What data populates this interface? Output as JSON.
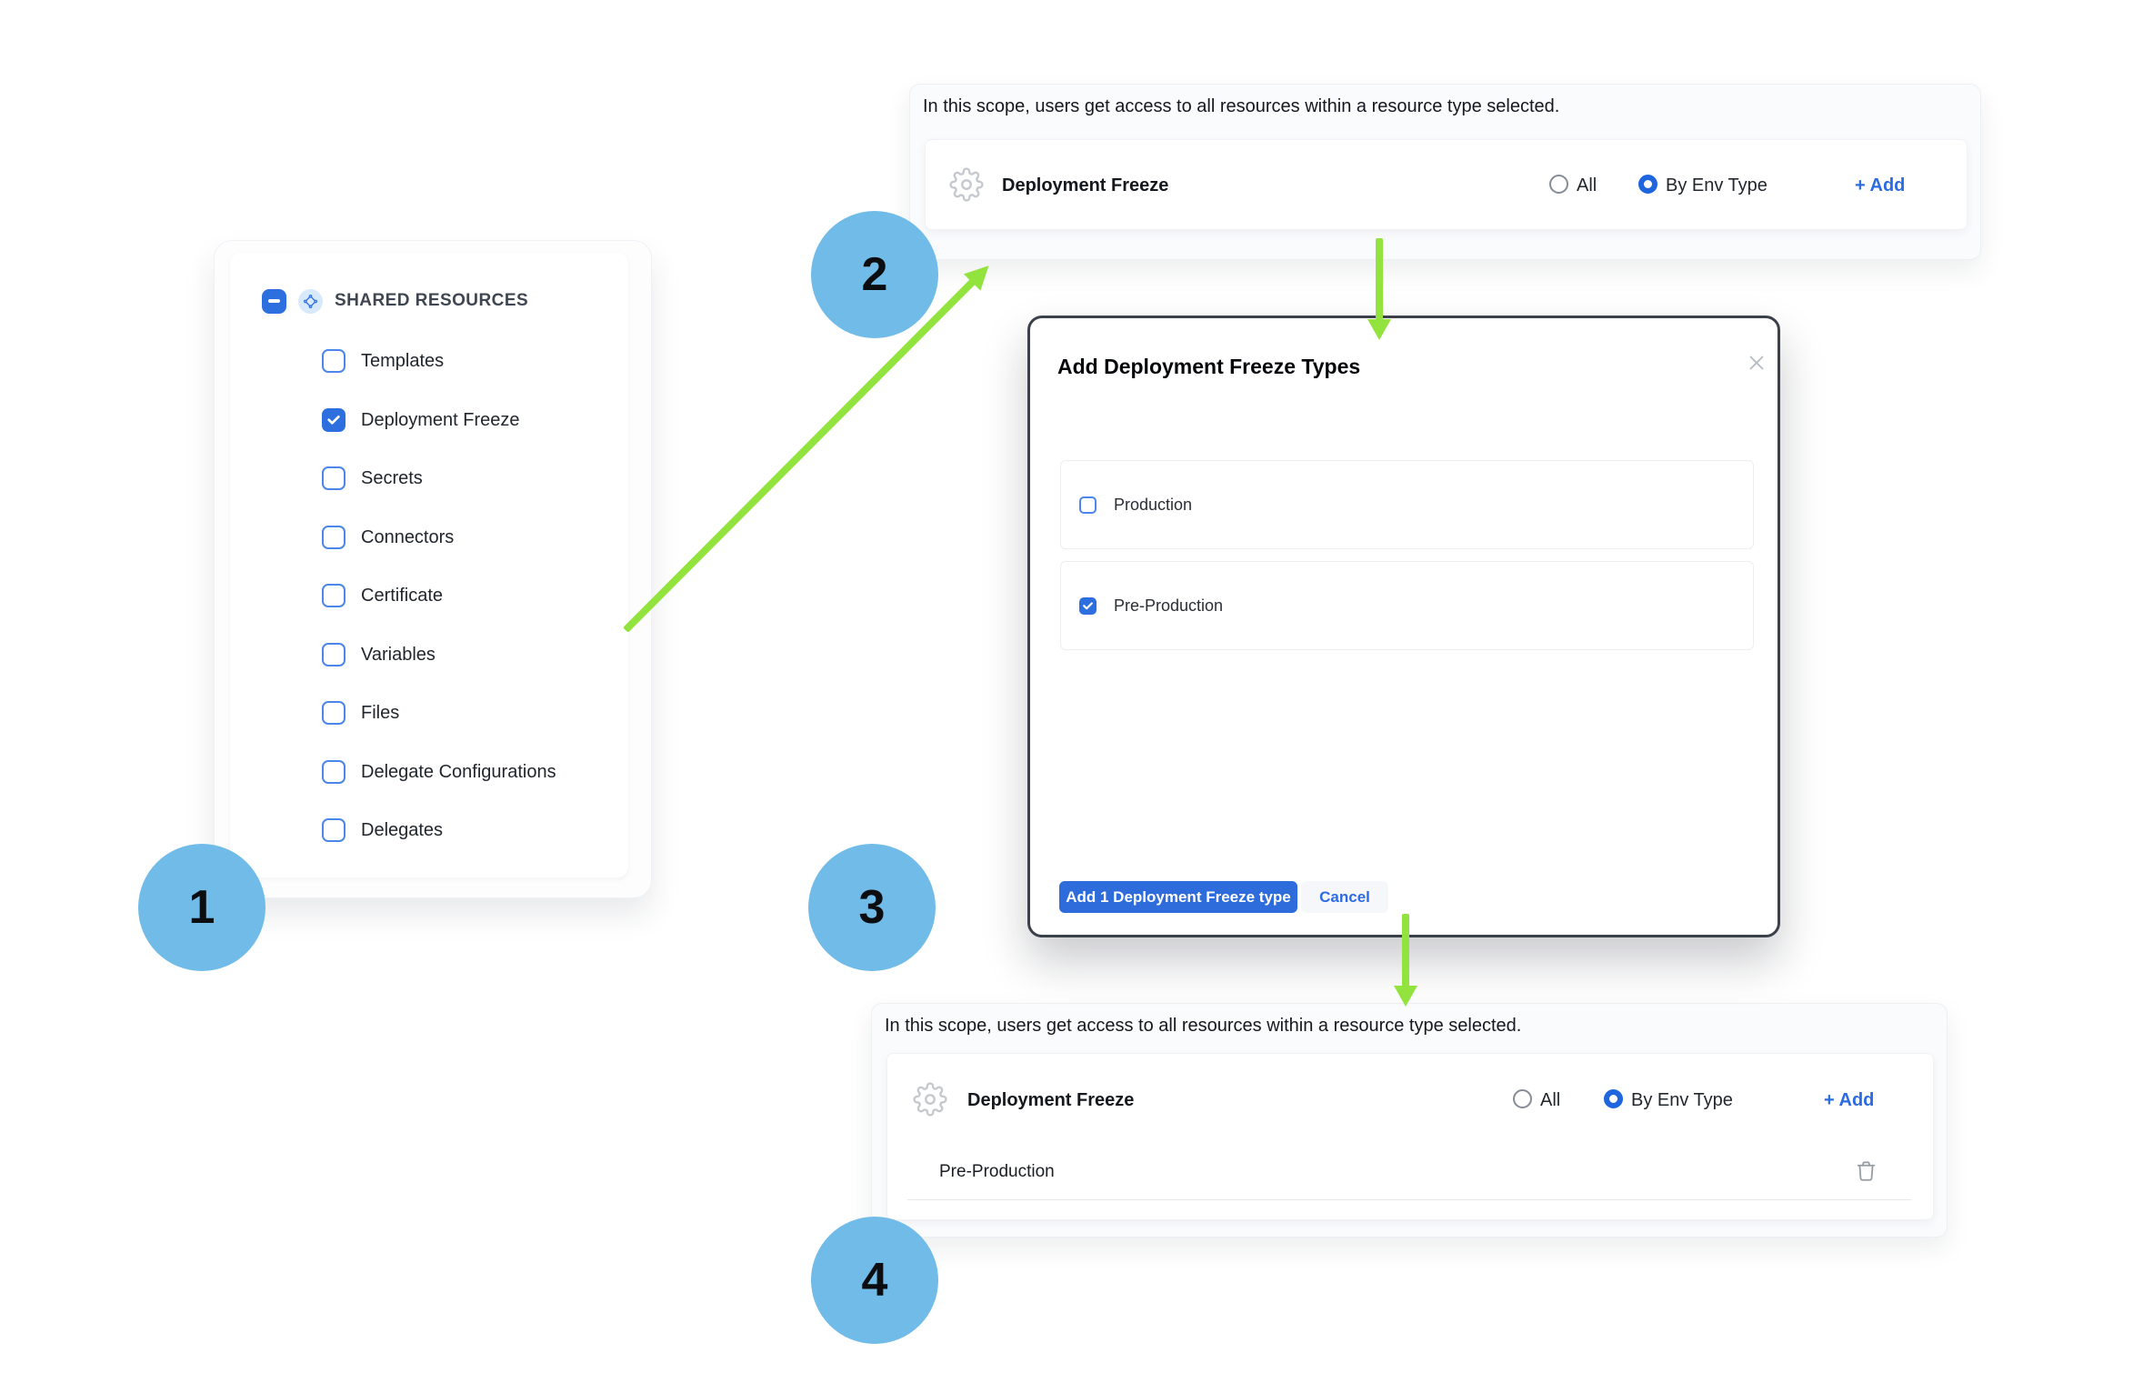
{
  "colors": {
    "accent_blue": "#2E6CDB",
    "checkbox_border_blue": "#4C86E8",
    "radio_selected_blue": "#1F66DE",
    "step_circle_blue": "#70BBE8",
    "arrow_green": "#92E33E",
    "modal_border": "#3A414B"
  },
  "sidebar": {
    "title": "SHARED RESOURCES",
    "items": [
      {
        "label": "Templates",
        "checked": false
      },
      {
        "label": "Deployment Freeze",
        "checked": true
      },
      {
        "label": "Secrets",
        "checked": false
      },
      {
        "label": "Connectors",
        "checked": false
      },
      {
        "label": "Certificate",
        "checked": false
      },
      {
        "label": "Variables",
        "checked": false
      },
      {
        "label": "Files",
        "checked": false
      },
      {
        "label": "Delegate Configurations",
        "checked": false
      },
      {
        "label": "Delegates",
        "checked": false
      }
    ]
  },
  "top_panel": {
    "note": "In this scope, users get access to all resources within a resource type selected.",
    "resource_label": "Deployment Freeze",
    "radio_all_label": "All",
    "radio_all_selected": false,
    "radio_env_label": "By Env Type",
    "radio_env_selected": true,
    "add_label": "+ Add"
  },
  "modal": {
    "title": "Add Deployment Freeze Types",
    "items": [
      {
        "label": "Production",
        "checked": false
      },
      {
        "label": "Pre-Production",
        "checked": true
      }
    ],
    "primary_button": "Add 1 Deployment Freeze type",
    "cancel_button": "Cancel"
  },
  "bottom_panel": {
    "note": "In this scope, users get access to all resources within a resource type selected.",
    "resource_label": "Deployment Freeze",
    "radio_all_label": "All",
    "radio_all_selected": false,
    "radio_env_label": "By Env Type",
    "radio_env_selected": true,
    "add_label": "+ Add",
    "entries": [
      {
        "label": "Pre-Production"
      }
    ]
  },
  "steps": [
    {
      "n": "1"
    },
    {
      "n": "2"
    },
    {
      "n": "3"
    },
    {
      "n": "4"
    }
  ]
}
